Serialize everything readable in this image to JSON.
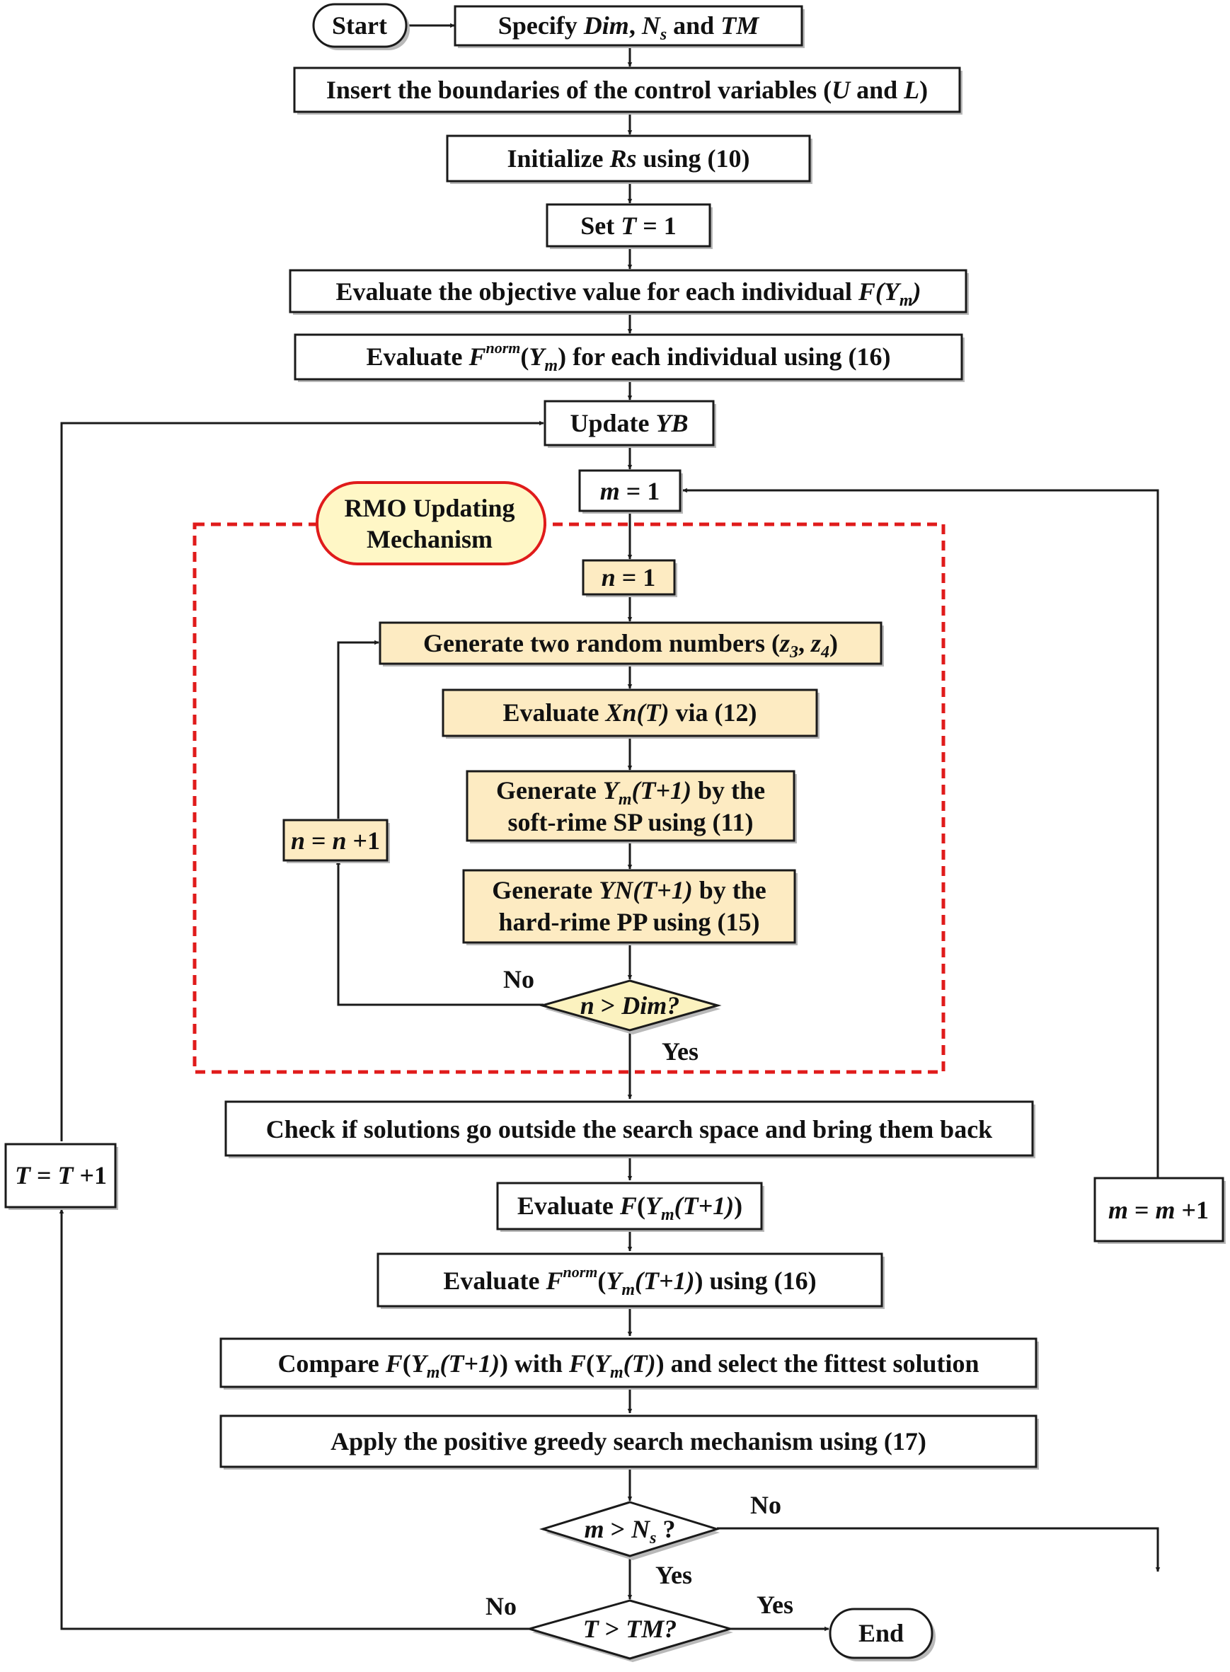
{
  "title": "",
  "colors": {
    "yellow_box": "#fdebc2",
    "yellow_diamond": "#fbf2bf",
    "rmo_border": "#e01b1b",
    "rmo_fill": "#fff7c6"
  },
  "nodes": {
    "start": "Start",
    "specify": {
      "p1": "Specify ",
      "dim": "Dim",
      "comma": ", ",
      "n": "N",
      "s": "s",
      "and": " and ",
      "tm": "TM"
    },
    "boundaries": {
      "p1": "Insert the boundaries of the control variables (",
      "u": "U",
      "and": " and ",
      "l": "L",
      "p2": ")"
    },
    "init": {
      "p1": "Initialize ",
      "rs": "Rs",
      "p2": " using (10)"
    },
    "set_t": {
      "p1": "Set ",
      "t": "T",
      "p2": " = 1"
    },
    "eval_obj": {
      "p1": "Evaluate the objective value for each individual ",
      "f": "F(Y",
      "m": "m",
      "p2": ")"
    },
    "eval_norm": {
      "p1": "Evaluate ",
      "f": "F",
      "norm": "norm",
      "p2": "(",
      "y": "Y",
      "m": "m",
      "p3": ") for each individual using (16)"
    },
    "update_yb": {
      "p1": "Update ",
      "yb": "YB"
    },
    "m_eq_1": {
      "m": "m",
      "p1": " = 1"
    },
    "rmo_label": {
      "line1": "RMO Updating",
      "line2": "Mechanism"
    },
    "n_eq_1": {
      "n": "n",
      "p1": " = 1"
    },
    "gen_random": {
      "p1": "Generate  two random numbers (",
      "z3": "z",
      "s3": "3",
      "sep": ", ",
      "z4": "z",
      "s4": "4",
      "p2": ")"
    },
    "eval_xn": {
      "p1": "Evaluate ",
      "xn": "Xn(T)",
      "p2": " via (12)"
    },
    "gen_ym": {
      "p1": "Generate ",
      "y": "Y",
      "m": "m",
      "t": "(T+1)",
      "p2": " by the",
      "line2": "soft-rime SP using (11)"
    },
    "gen_yn": {
      "p1": "Generate ",
      "yn": "YN(T+1)",
      "p2": " by the",
      "line2": "hard-rime PP using (15)"
    },
    "n_inc": {
      "n1": "n",
      "p1": " = ",
      "n2": "n",
      "p2": " +1"
    },
    "n_gt_dim": {
      "n": "n",
      "p1": " > ",
      "dim": "Dim?"
    },
    "check": "Check if solutions go outside the search space and bring them back",
    "eval_f_next": {
      "p1": "Evaluate ",
      "f": "F",
      "p2": "(",
      "y": "Y",
      "m": "m",
      "t": "(T+1)",
      "p3": ")"
    },
    "eval_fnorm_next": {
      "p1": "Evaluate ",
      "f": "F",
      "norm": "norm",
      "p2": "(",
      "y": "Y",
      "m": "m",
      "t": "(T+1)",
      "p3": ") using (16)"
    },
    "compare": {
      "p1": "Compare ",
      "f1": "F",
      "p2": "(",
      "y1": "Y",
      "m1": "m",
      "t1": "(T+1)",
      "p3": ") with ",
      "f2": "F",
      "p4": "(",
      "y2": "Y",
      "m2": "m",
      "t2": "(T)",
      "p5": ") and select the fittest solution"
    },
    "greedy": "Apply the positive greedy search mechanism using (17)",
    "m_gt_ns": {
      "m": "m",
      "p1": " > ",
      "n": "N",
      "s": "s",
      "p2": " ?"
    },
    "m_inc": {
      "m1": "m",
      "p1": " = ",
      "m2": "m",
      "p2": " +1"
    },
    "t_gt_tm": {
      "t": "T",
      "p1": " > ",
      "tm": "TM?"
    },
    "t_inc": {
      "t1": "T",
      "p1": " = ",
      "t2": "T",
      "p2": " +1"
    },
    "end": "End"
  },
  "edge_labels": {
    "dim_no": "No",
    "dim_yes": "Yes",
    "ns_no": "No",
    "ns_yes": "Yes",
    "tm_no": "No",
    "tm_yes": "Yes"
  }
}
